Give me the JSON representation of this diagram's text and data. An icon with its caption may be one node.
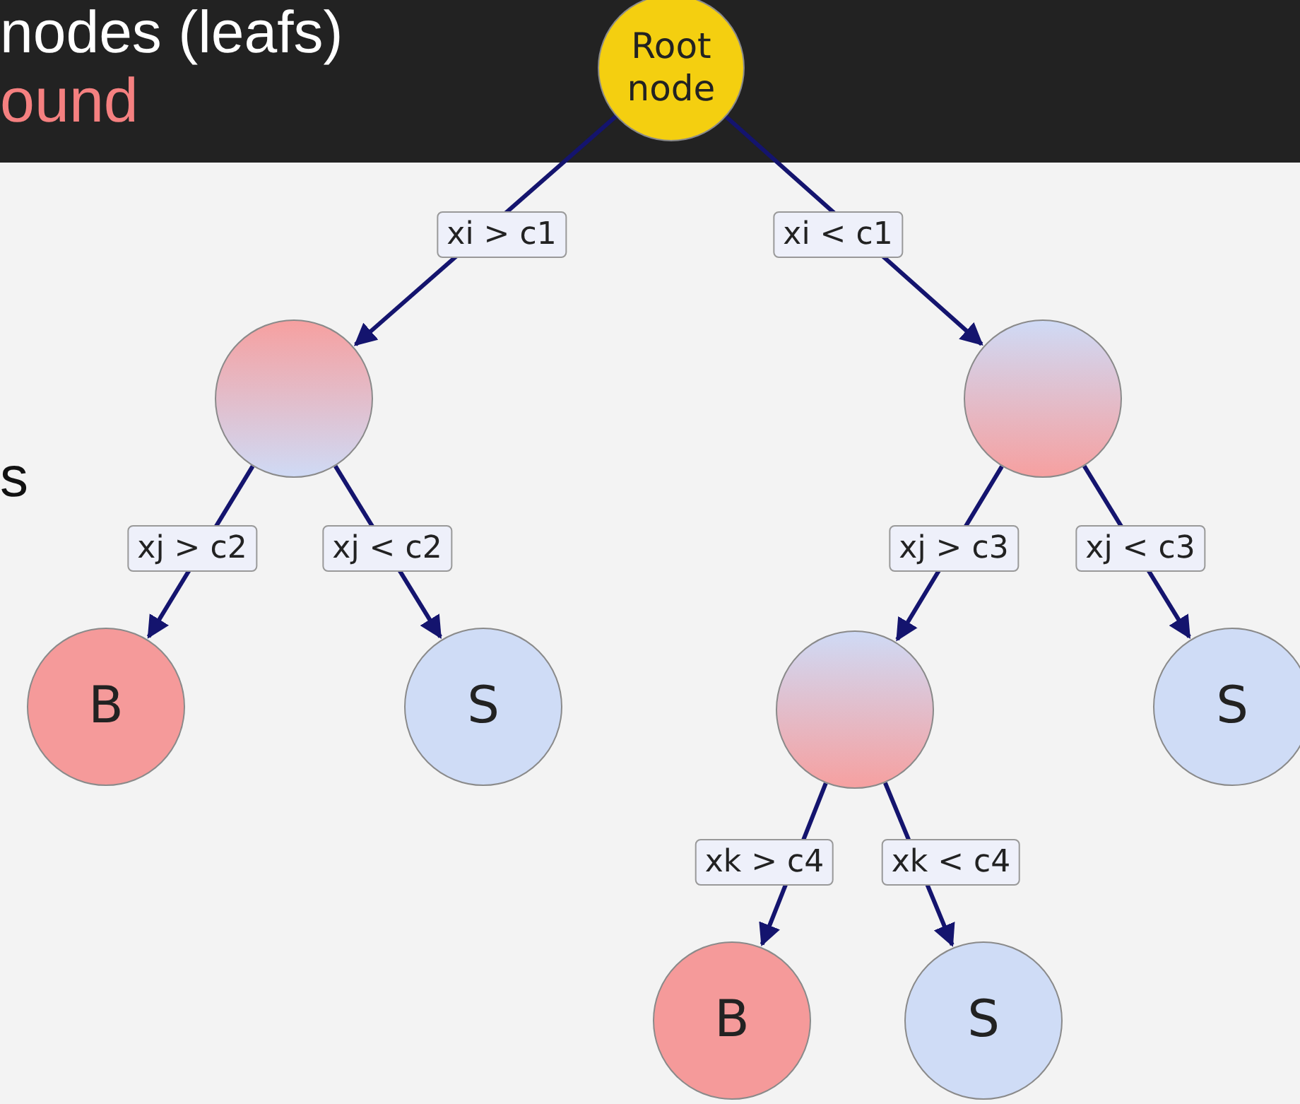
{
  "diagram": {
    "nodes": [
      {
        "text": [
          "Root node"
        ]
      },
      {
        "text": [],
        "shape": "circle"
      },
      {
        "text": [],
        "shape": "circle"
      },
      {
        "text": [
          "B"
        ]
      },
      {
        "text": [
          "S"
        ]
      },
      {
        "text": [],
        "shape": "circle"
      },
      {
        "text": [
          "S"
        ]
      },
      {
        "text": [
          "B"
        ]
      },
      {
        "text": [
          "S"
        ]
      }
    ],
    "edges": [
      {
        "from": 0,
        "to": 1,
        "arrow": "to",
        "label": "xi > c1"
      },
      {
        "from": 0,
        "to": 2,
        "arrow": "to",
        "label": "xi < c1"
      },
      {
        "from": 1,
        "to": 3,
        "arrow": "to",
        "label": "xj > c2"
      },
      {
        "from": 1,
        "to": 4,
        "arrow": "to",
        "label": "xj < c2"
      },
      {
        "from": 2,
        "to": 5,
        "arrow": "to",
        "label": "xj > c3"
      },
      {
        "from": 2,
        "to": 6,
        "arrow": "to",
        "label": "xj < c3"
      },
      {
        "from": 5,
        "to": 7,
        "arrow": "to",
        "label": "xk > c4"
      },
      {
        "from": 5,
        "to": 8,
        "arrow": "to",
        "label": "xk < c4"
      }
    ],
    "labels": [
      "nodes (leafs)",
      "ound",
      "s"
    ]
  }
}
